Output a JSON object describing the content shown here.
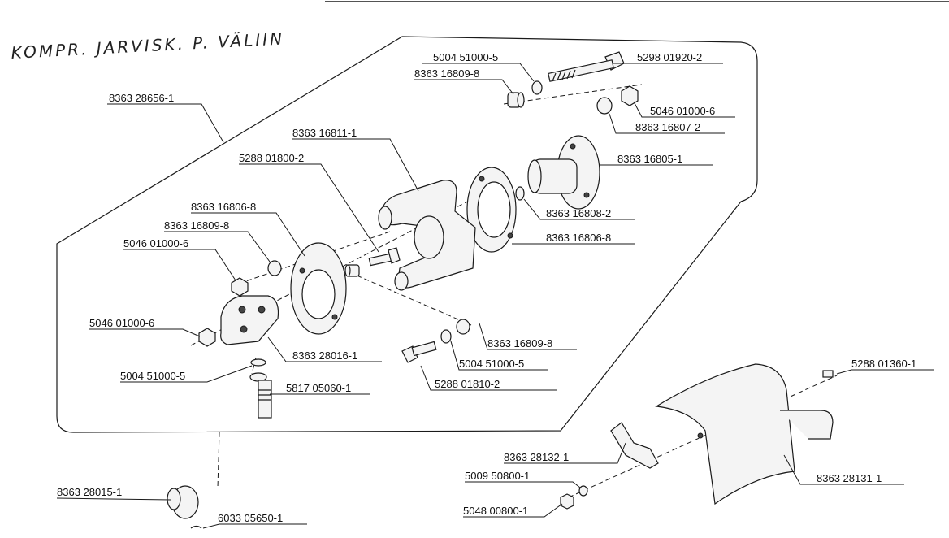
{
  "handwritten_title": "KOMPR. JARVISK. P. VÄLIIN",
  "parts": [
    {
      "id": "group-frame",
      "code": "8363 28656-1"
    },
    {
      "id": "bolt-long",
      "code": "5298 01920-2"
    },
    {
      "id": "washer-top",
      "code": "5004 51000-5"
    },
    {
      "id": "bushing-top",
      "code": "8363 16809-8"
    },
    {
      "id": "nut-top-right",
      "code": "5046 01000-6"
    },
    {
      "id": "spacer-right",
      "code": "8363 16807-2"
    },
    {
      "id": "bracket-main",
      "code": "8363 16811-1"
    },
    {
      "id": "hub-flange",
      "code": "8363 16805-1"
    },
    {
      "id": "screw-mid",
      "code": "5288 01800-2"
    },
    {
      "id": "washer-right",
      "code": "8363 16808-2"
    },
    {
      "id": "disc-right",
      "code": "8363 16806-8"
    },
    {
      "id": "disc-left",
      "code": "8363 16806-8"
    },
    {
      "id": "bushing-left",
      "code": "8363 16809-8"
    },
    {
      "id": "nut-left-upper",
      "code": "5046 01000-6"
    },
    {
      "id": "nut-left-lower",
      "code": "5046 01000-6"
    },
    {
      "id": "clamp-block",
      "code": "8363 28016-1"
    },
    {
      "id": "bushing-bottom",
      "code": "8363 16809-8"
    },
    {
      "id": "washer-left",
      "code": "5004 51000-5"
    },
    {
      "id": "washer-bottom",
      "code": "5004 51000-5"
    },
    {
      "id": "bolt-short",
      "code": "5288 01810-2"
    },
    {
      "id": "bolt-vertical",
      "code": "5817 05060-1"
    },
    {
      "id": "nut-castle",
      "code": "8363 28015-1"
    },
    {
      "id": "cotter-pin",
      "code": "6033 05650-1"
    },
    {
      "id": "screw-guard",
      "code": "5288 01360-1"
    },
    {
      "id": "guard-bracket",
      "code": "8363 28132-1"
    },
    {
      "id": "washer-guard",
      "code": "5009 50800-1"
    },
    {
      "id": "nut-guard",
      "code": "5048 00800-1"
    },
    {
      "id": "belt-guard",
      "code": "8363 28131-1"
    }
  ]
}
